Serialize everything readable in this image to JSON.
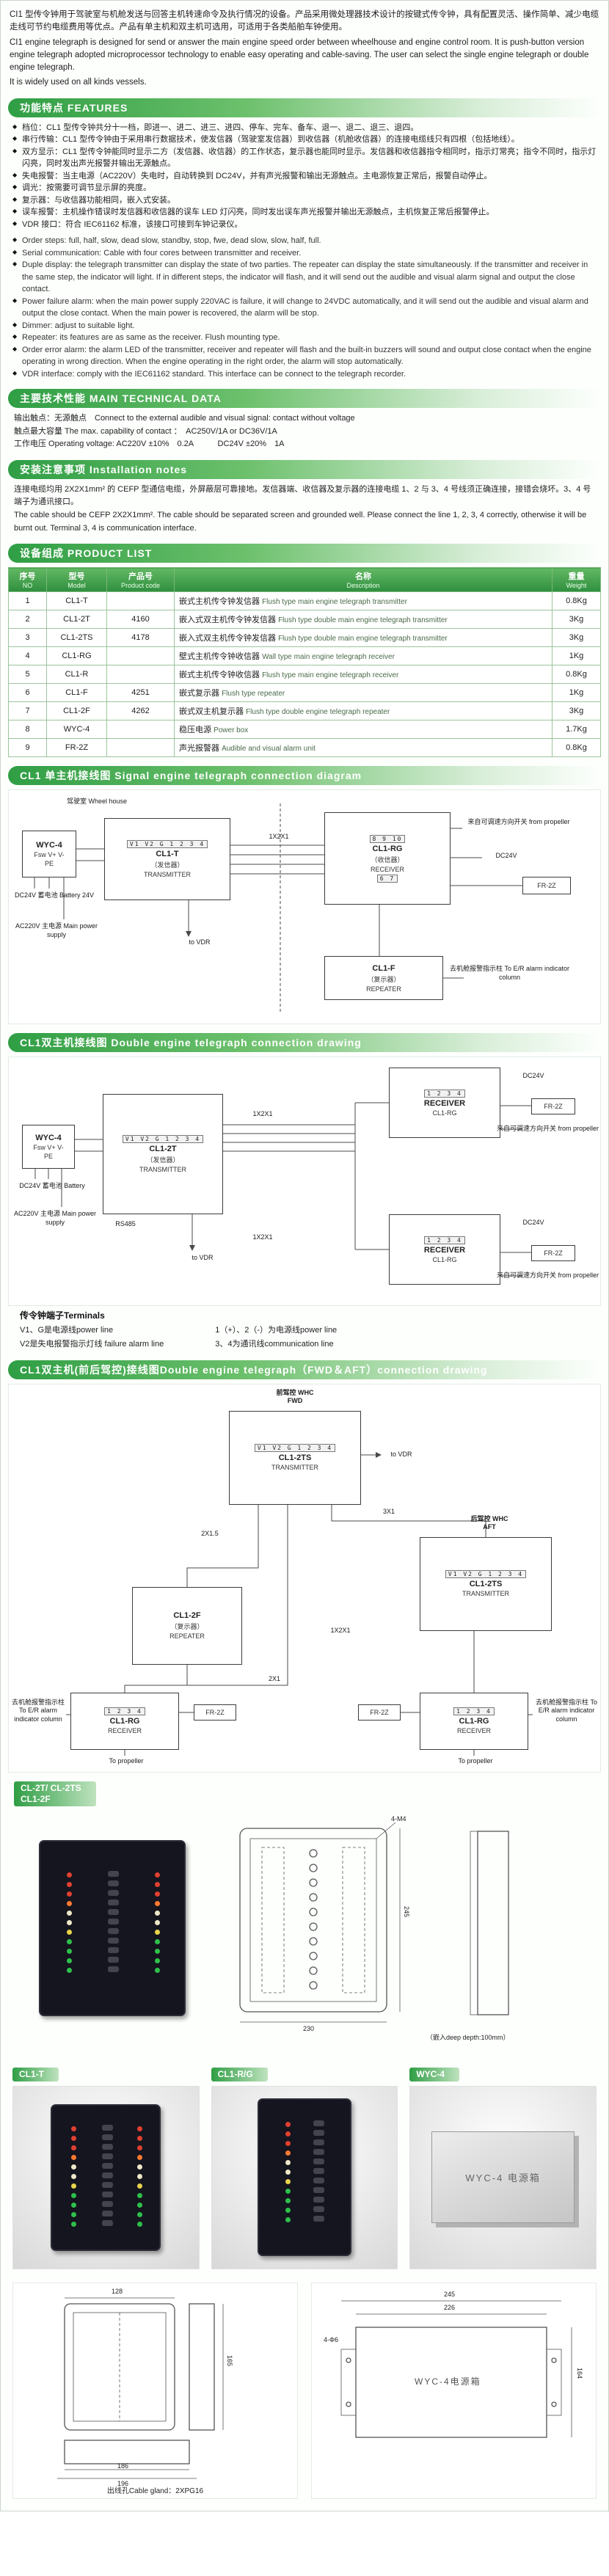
{
  "colors": {
    "accent": "#2f9e44",
    "table-green": "#2f8f3f",
    "panel-dark": "#15151f",
    "led-red": "#e04030",
    "led-green": "#2ec04a",
    "led-amber": "#e8d44a"
  },
  "intro": {
    "zh": "CI1 型传令钟用于驾驶室与机舱发送与回答主机转速命令及执行情况的设备。产品采用微处理器技术设计的按键式传令钟，具有配置灵活、操作简单、减少电缆走线可节约电缆费用等优点。产品有单主机和双主机可选用，可适用于各类船舶车钟使用。",
    "en1": "CI1 engine telegraph is designed for send or answer the main engine speed order between wheelhouse and engine control room. It is push-button version engine telegraph adopted microprocessor technology to enable easy operating and cable-saving. The user can select the single engine telegraph or double engine telegraph.",
    "en2": "It is widely used on all kinds vessels."
  },
  "banners": {
    "features": "功能特点  FEATURES",
    "technical": "主要技术性能  MAIN TECHNICAL DATA",
    "installation": "安装注意事项  Installation notes",
    "product": "设备组成  PRODUCT LIST",
    "diagram1": "CL1 单主机接线图  Signal engine telegraph connection diagram",
    "diagram2": "CL1双主机接线图  Double engine telegraph connection drawing",
    "diagram3": "CL1双主机(前后驾控)接线图Double engine telegraph（FWD＆AFT）connection drawing"
  },
  "features": {
    "zh": [
      "档位：CL1 型传令钟共分十一档，即进一、进二、进三、进四、停车、完车、备车、退一、退二、退三、退四。",
      "串行传输：CL1 型传令钟由于采用串行数据技术，使发信器（驾驶室发信器）到收信器（机舱收信器）的连接电缆线只有四根（包括地线）。",
      "双方显示：CL1 型传令钟能同时显示二方（发信器、收信器）的工作状态，复示器也能同时显示。发信器和收信器指令相同时，指示灯常亮；指令不同时，指示灯闪亮，同时发出声光报警并输出无源触点。",
      "失电报警：当主电源（AC220V）失电时，自动转换到 DC24V，并有声光报警和输出无源触点。主电源恢复正常后，报警自动停止。",
      "调光：按需要可调节显示屏的亮度。",
      "复示器：与收信器功能相同，嵌入式安装。",
      "误车报警：主机操作错误时发信器和收信器的误车 LED 灯闪亮，同时发出误车声光报警并输出无源触点，主机恢复正常后报警停止。",
      "VDR 接口：符合 IEC61162 标准，该接口可接到车钟记录仪。"
    ],
    "en": [
      "Order steps: full, half, slow, dead slow, standby, stop, fwe, dead slow, slow, half, full.",
      "Serial communication: Cable with four cores between transmitter and receiver.",
      "Duple display: the telegraph transmitter can display the state of two parties. The repeater can display the state simultaneously. If the transmitter and receiver in the same step, the indicator will light. If in different steps, the indicator will flash, and it will send out the audible and visual alarm signal and output the close contact.",
      "Power failure alarm: when the main power supply 220VAC is failure, it will change to 24VDC automatically, and it will send out the audible and visual alarm and output the close contact. When the main power is recovered, the alarm will be stop.",
      "Dimmer: adjust to suitable light.",
      "Repeater: its features are as same as the receiver. Flush mounting type.",
      "Order error alarm: the alarm LED of the transmitter, receiver and repeater will flash and the built-in buzzers will sound and output close contact when the engine operating in wrong direction. When the engine operating in the right order, the alarm will stop automatically.",
      "VDR interface: comply with the IEC61162 standard. This interface can be connect to the telegraph recorder."
    ]
  },
  "technical": {
    "line1": "输出触点：无源触点　Connect to the external audible and visual signal: contact without voltage",
    "line2": "触点最大容量 The max. capability of contact ：　AC250V/1A or DC36V/1A",
    "line3": "工作电压 Operating voltage: AC220V ±10%　0.2A　　　DC24V ±20%　1A"
  },
  "installation": {
    "zh": "连接电缆均用 2X2X1mm² 的 CEFP 型通信电缆，外屏蔽层可靠接地。发信器端、收信器及复示器的连接电缆 1、2 与 3、4 号线须正确连接，接错会烧坏。3、4 号端子为通讯接口。",
    "en": "The cable should be CEFP 2X2X1mm². The cable should be separated screen and grounded well. Please connect the line 1, 2, 3, 4 correctly, otherwise it will be burnt out. Terminal 3, 4 is communication interface."
  },
  "product_table": {
    "headers": [
      {
        "zh": "序号",
        "en": "NO"
      },
      {
        "zh": "型号",
        "en": "Model"
      },
      {
        "zh": "产品号",
        "en": "Product code"
      },
      {
        "zh": "名称",
        "en": "Description"
      },
      {
        "zh": "重量",
        "en": "Weight"
      }
    ],
    "rows": [
      {
        "no": "1",
        "model": "CL1-T",
        "code": "",
        "name_zh": "嵌式主机传令钟发信器",
        "name_en": "Flush type main engine telegraph transmitter",
        "weight": "0.8Kg"
      },
      {
        "no": "2",
        "model": "CL1-2T",
        "code": "4160",
        "name_zh": "嵌入式双主机传令钟发信器",
        "name_en": "Flush type double main engine telegraph transmitter",
        "weight": "3Kg"
      },
      {
        "no": "3",
        "model": "CL1-2TS",
        "code": "4178",
        "name_zh": "嵌入式双主机传令钟发信器",
        "name_en": "Flush type double main engine telegraph transmitter",
        "weight": "3Kg"
      },
      {
        "no": "4",
        "model": "CL1-RG",
        "code": "",
        "name_zh": "壁式主机传令钟收信器",
        "name_en": "Wall type main engine telegraph receiver",
        "weight": "1Kg"
      },
      {
        "no": "5",
        "model": "CL1-R",
        "code": "",
        "name_zh": "嵌式主机传令钟收信器",
        "name_en": "Flush type main engine telegraph receiver",
        "weight": "0.8Kg"
      },
      {
        "no": "6",
        "model": "CL1-F",
        "code": "4251",
        "name_zh": "嵌式复示器",
        "name_en": "Flush type repeater",
        "weight": "1Kg"
      },
      {
        "no": "7",
        "model": "CL1-2F",
        "code": "4262",
        "name_zh": "嵌式双主机复示器",
        "name_en": "Flush type double engine telegraph repeater",
        "weight": "3Kg"
      },
      {
        "no": "8",
        "model": "WYC-4",
        "code": "",
        "name_zh": "稳压电源",
        "name_en": "Power box",
        "weight": "1.7Kg"
      },
      {
        "no": "9",
        "model": "FR-2Z",
        "code": "",
        "name_zh": "声光报警器",
        "name_en": "Audible and visual alarm unit",
        "weight": "0.8Kg"
      }
    ]
  },
  "diagram1": {
    "wheelhouse": "驾驶室 Wheel house",
    "transmitter": {
      "model": "CL1-T",
      "sub": "（发信器）",
      "name": "TRANSMITTER",
      "terminals": "V1 V2 G 1 2 3 4"
    },
    "wyc": {
      "title": "WYC-4",
      "pins": "Fsw  V+  V-",
      "pe": "PE"
    },
    "battery": "DC24V 蓄电池 Battery 24V",
    "main_power": "AC220V 主电源 Main power supply",
    "to_vdr": "to VDR",
    "cable": "1X2X1",
    "receiver": {
      "model": "CL1-RG",
      "sub": "（收信器）",
      "name": "RECEIVER",
      "terminals_top": "8 9 10",
      "terminals_bottom": "6 7"
    },
    "from_propeller": "来自可调速方向开关 from propeller",
    "dc24v": "DC24V",
    "fr2z": "FR-2Z",
    "repeater": {
      "model": "CL1-F",
      "sub": "（复示器）",
      "name": "REPEATER"
    },
    "alarm_column": "去机舱报警指示柱 To E/R alarm indicator column"
  },
  "diagram2": {
    "transmitter": {
      "model": "CL1-2T",
      "sub": "（发信器）",
      "name": "TRANSMITTER",
      "terminals": "V1 V2 G 1 2 3 4"
    },
    "wyc": {
      "title": "WYC-4",
      "pins": "Fsw  V+  V-",
      "pe": "PE"
    },
    "battery": "DC24V 蓄电池 Battery",
    "main_power": "AC220V 主电源 Main power supply",
    "rs485": "RS485",
    "to_vdr": "to VDR",
    "cable": "1X2X1",
    "receiver1": {
      "name": "RECEIVER",
      "model": "CL1-RG",
      "terminals": "1 2 3 4"
    },
    "receiver2": {
      "name": "RECEIVER",
      "model": "CL1-RG",
      "terminals": "1 2 3 4"
    },
    "dc24v": "DC24V",
    "fr2z": "FR-2Z",
    "from_propeller": "来自可调速方向开关 from propeller",
    "legend": {
      "title": "传令钟端子Terminals",
      "left": [
        "V1、G是电源线power line",
        "V2是失电报警指示灯线 failure alarm line"
      ],
      "right": [
        "1（+）、2（-）为电源线power line",
        "3、4为通讯线communication line"
      ]
    }
  },
  "diagram3": {
    "fwd": "前驾控 WHC FWD",
    "aft": "后驾控 WHC AFT",
    "ts1": {
      "model": "CL1-2TS",
      "name": "TRANSMITTER",
      "terminals": "V1 V2 G 1 2 3 4"
    },
    "ts2": {
      "model": "CL1-2TS",
      "name": "TRANSMITTER",
      "terminals": "V1 V2 G 1 2 3 4"
    },
    "f2": {
      "model": "CL1-2F",
      "sub": "（复示器）",
      "name": "REPEATER"
    },
    "to_vdr": "to VDR",
    "receiver_left": {
      "model": "CL1-RG",
      "name": "RECEIVER",
      "terminals": "1 2 3 4"
    },
    "receiver_right": {
      "model": "CL1-RG",
      "name": "RECEIVER",
      "terminals": "1 2 3 4"
    },
    "fr2z": "FR-2Z",
    "alarm_left": "去机舱报警指示柱 To E/R alarm indicator column",
    "alarm_right": "去机舱报警指示柱 To E/R alarm indicator column",
    "to_propeller_left": "To propeller",
    "to_propeller_right": "To propeller",
    "cable1": "2X1.5",
    "cable2": "3X1",
    "cable3": "2X1",
    "cable4": "1X2X1"
  },
  "panel_section": {
    "label1": "CL-2T/ CL-2TS",
    "label2": "CL1-2F",
    "dim_hole": "4-M4",
    "dim_w": "230",
    "dim_h": "245",
    "depth_note": "（嵌入deep depth:100mm）"
  },
  "photos": {
    "p1": "CL1-T",
    "p2": "CL1-R/G",
    "p3": "WYC-4",
    "box_label": "WYC-4 电源箱"
  },
  "drawings": {
    "left": {
      "dim_top": "128",
      "dim_side": "165",
      "dim_b1": "186",
      "dim_b2": "196",
      "note": "出线孔Cable gland：2XPG16"
    },
    "right": {
      "dim_top": "245",
      "dim_inner": "226",
      "dim_side": "164",
      "holes": "4-Φ6",
      "label": "WYC-4电源箱"
    }
  }
}
